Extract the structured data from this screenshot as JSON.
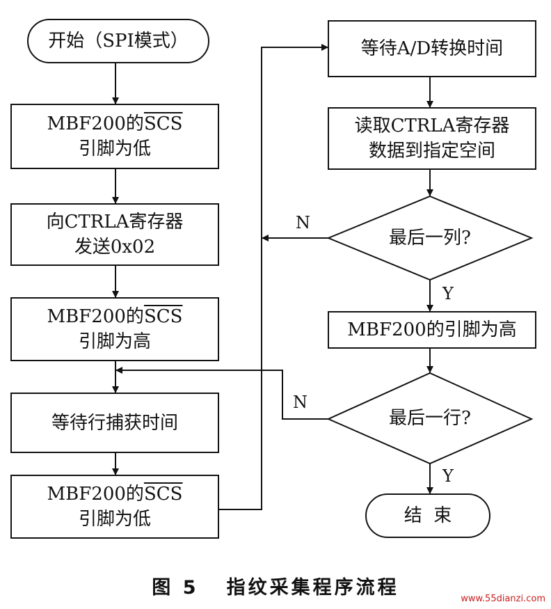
{
  "nodes": {
    "start": "开始（SPI模式）",
    "scs_low_1": {
      "prefix": "MBF200的",
      "signal": "SCS",
      "line2": "引脚为低"
    },
    "send_cmd": {
      "line1": "向CTRLA寄存器",
      "line2": "发送0x02"
    },
    "scs_high": {
      "prefix": "MBF200的",
      "signal": "SCS",
      "line2": "引脚为高"
    },
    "wait_row": "等待行捕获时间",
    "scs_low_2": {
      "prefix": "MBF200的",
      "signal": "SCS",
      "line2": "引脚为低"
    },
    "wait_ad": "等待A/D转换时间",
    "read_data": {
      "line1": "读取CTRLA寄存器",
      "line2": "数据到指定空间"
    },
    "last_col": "最后一列?",
    "pin_high": "MBF200的引脚为高",
    "last_row": "最后一行?",
    "end": "结  束"
  },
  "labels": {
    "n1": "N",
    "y1": "Y",
    "n2": "N",
    "y2": "Y"
  },
  "caption": "图 5   指纹采集程序流程",
  "watermark": "www.55dianzi.com",
  "colors": {
    "ink": "#111111",
    "watermark": "#c81e1e",
    "background": "#ffffff"
  }
}
